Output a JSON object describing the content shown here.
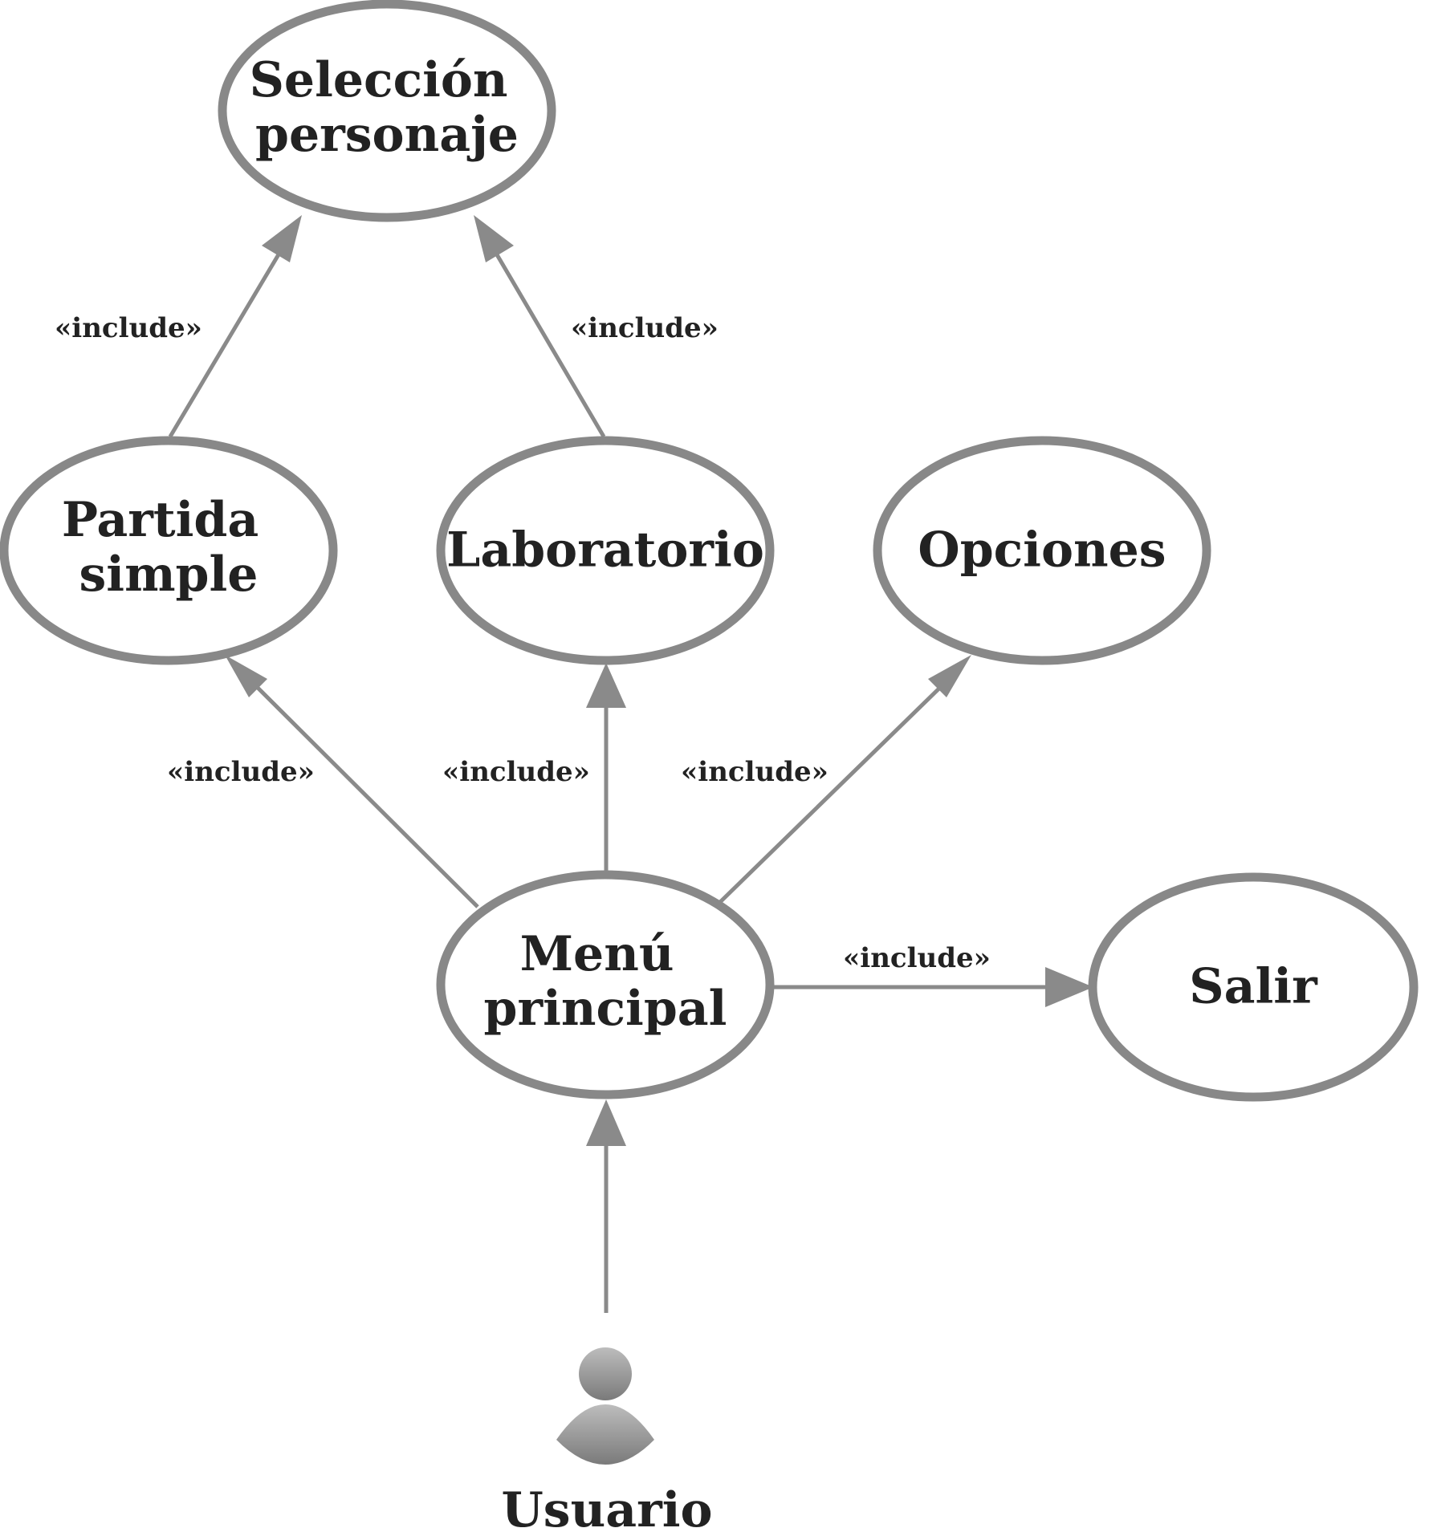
{
  "diagram": {
    "type": "use-case",
    "colors": {
      "stroke": "#888888",
      "text": "#222222",
      "actor": "#8f8f8f"
    },
    "use_cases": {
      "seleccion": "Selección personaje",
      "partida": "Partida simple",
      "laboratorio": "Laboratorio",
      "opciones": "Opciones",
      "menu": "Menú principal",
      "salir": "Salir"
    },
    "actor": {
      "name": "Usuario",
      "icon": "user-icon"
    },
    "relations": [
      {
        "from": "partida",
        "to": "seleccion",
        "label": "«include»"
      },
      {
        "from": "laboratorio",
        "to": "seleccion",
        "label": "«include»"
      },
      {
        "from": "menu",
        "to": "partida",
        "label": "«include»"
      },
      {
        "from": "menu",
        "to": "laboratorio",
        "label": "«include»"
      },
      {
        "from": "menu",
        "to": "opciones",
        "label": "«include»"
      },
      {
        "from": "menu",
        "to": "salir",
        "label": "«include»"
      },
      {
        "from": "actor",
        "to": "menu",
        "label": ""
      }
    ]
  }
}
